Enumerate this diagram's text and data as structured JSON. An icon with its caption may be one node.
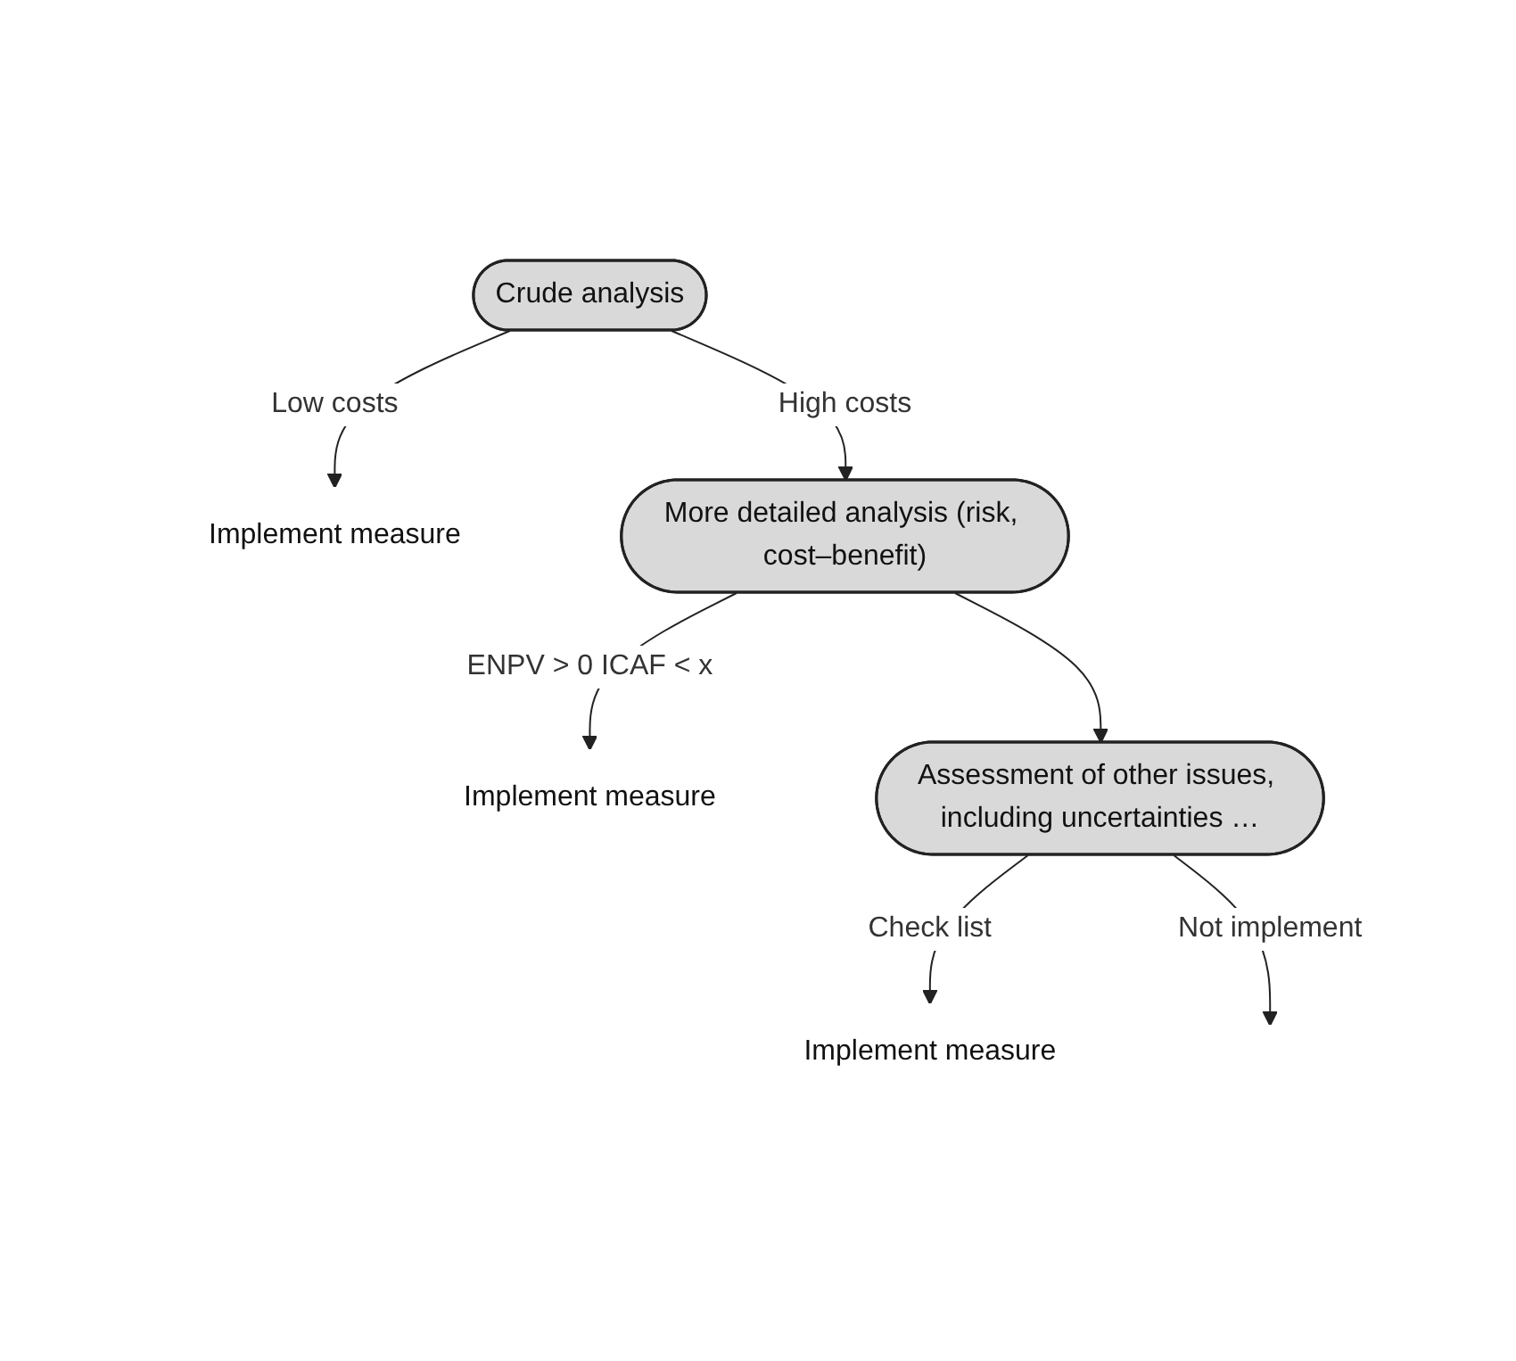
{
  "diagram": {
    "nodes": [
      {
        "text": [
          "Crude analysis"
        ]
      },
      {
        "text": [
          "Implement measure"
        ]
      },
      {
        "text": [
          "More detailed analysis (risk, cost–benefit)"
        ]
      },
      {
        "text": [
          "Implement measure"
        ]
      },
      {
        "text": [
          "Assessment of other issues, including uncertainties …"
        ]
      },
      {
        "text": [
          "Implement measure"
        ]
      }
    ],
    "edges": [
      {
        "from": 0,
        "to": 1,
        "arrow": "to",
        "label": "Low costs"
      },
      {
        "from": 0,
        "to": 2,
        "arrow": "to",
        "label": "High costs"
      },
      {
        "from": 2,
        "to": 3,
        "arrow": "to",
        "label": "ENPV > 0 ICAF < x"
      },
      {
        "from": 2,
        "to": 4,
        "arrow": "to"
      },
      {
        "from": 4,
        "to": 5,
        "arrow": "to",
        "label": "Check list"
      },
      {
        "from": 4,
        "to": null,
        "arrow": "to",
        "label": "Not implement"
      }
    ]
  }
}
